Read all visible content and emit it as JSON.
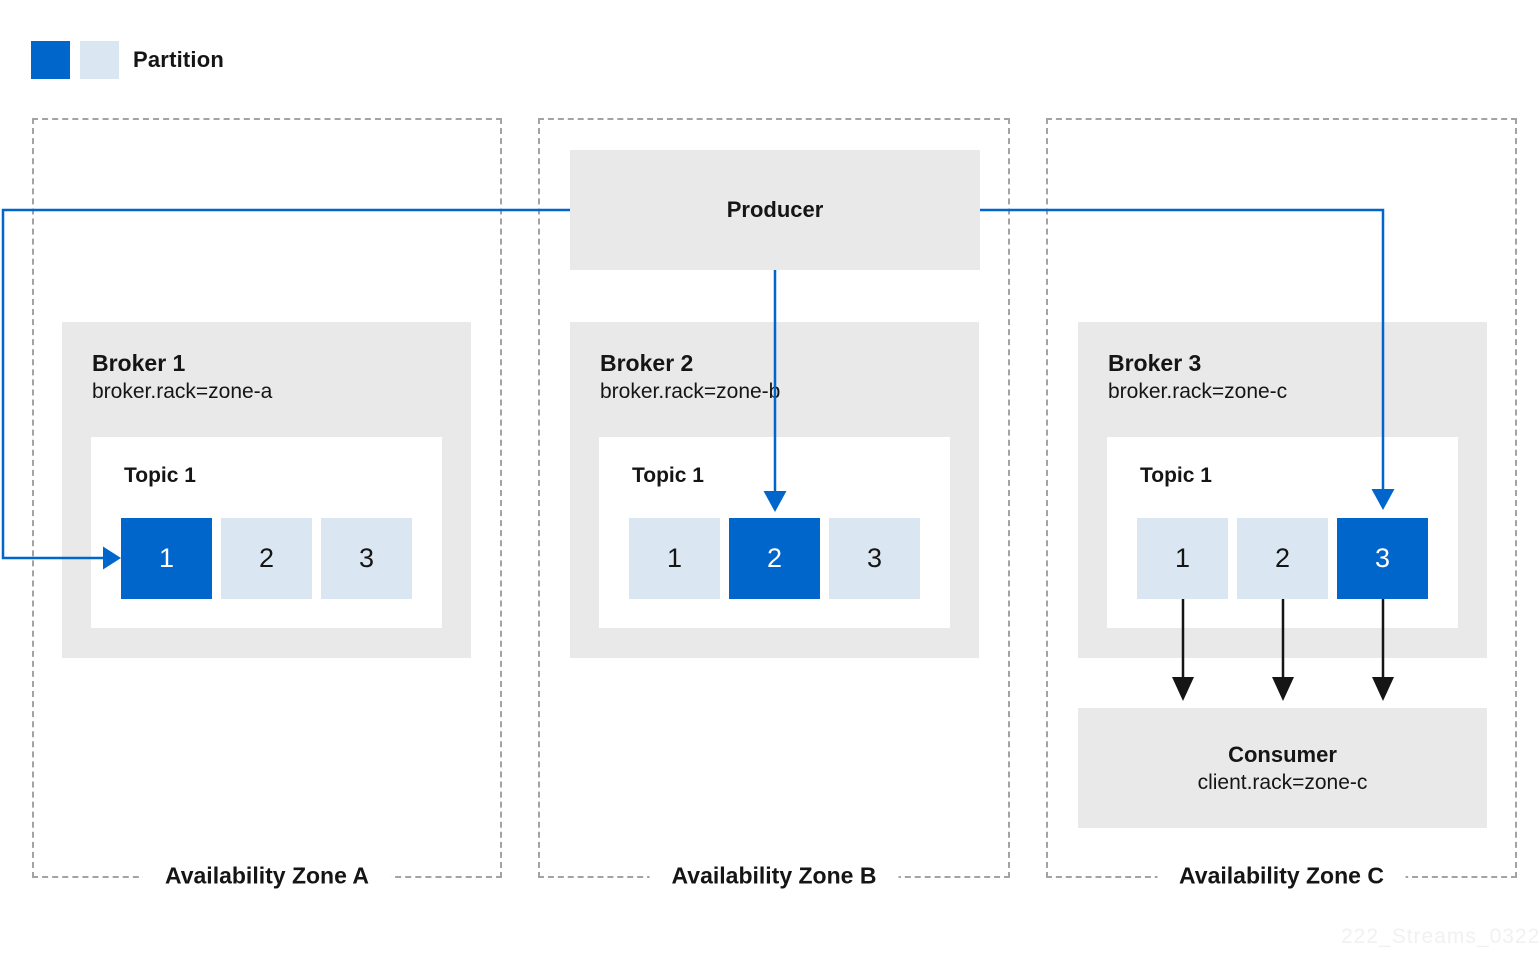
{
  "legend": {
    "label": "Partition"
  },
  "producer": {
    "label": "Producer"
  },
  "consumer": {
    "title": "Consumer",
    "config": "client.rack=zone-c"
  },
  "zones": [
    {
      "label": "Availability Zone A",
      "broker": {
        "title": "Broker 1",
        "config": "broker.rack=zone-a"
      },
      "topic": {
        "title": "Topic 1",
        "partitions": [
          "1",
          "2",
          "3"
        ],
        "active_partition": "1"
      }
    },
    {
      "label": "Availability Zone B",
      "broker": {
        "title": "Broker 2",
        "config": "broker.rack=zone-b"
      },
      "topic": {
        "title": "Topic 1",
        "partitions": [
          "1",
          "2",
          "3"
        ],
        "active_partition": "2"
      }
    },
    {
      "label": "Availability Zone C",
      "broker": {
        "title": "Broker 3",
        "config": "broker.rack=zone-c"
      },
      "topic": {
        "title": "Topic 1",
        "partitions": [
          "1",
          "2",
          "3"
        ],
        "active_partition": "3"
      }
    }
  ],
  "colors": {
    "partition_active": "#0066cc",
    "partition_inactive": "#dbe6f3",
    "box_gray": "#e9e9e9",
    "arrow_blue": "#0066cc",
    "arrow_black": "#151515"
  },
  "watermark": "222_Streams_0322"
}
